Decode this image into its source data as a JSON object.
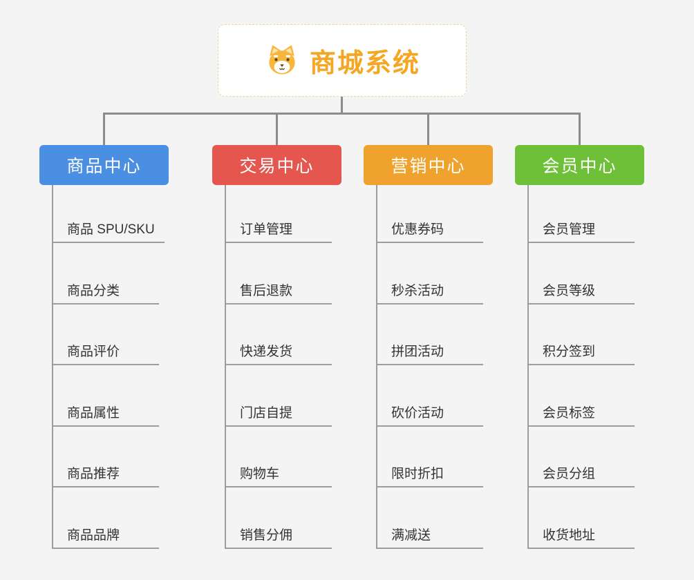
{
  "root": {
    "label": "商城系统",
    "color": "#f5a623",
    "icon": "shiba-dog-icon"
  },
  "connector_color": "#8c8c8c",
  "branches": [
    {
      "label": "商品中心",
      "color": "#4a8fe2",
      "children": [
        "商品 SPU/SKU",
        "商品分类",
        "商品评价",
        "商品属性",
        "商品推荐",
        "商品品牌"
      ]
    },
    {
      "label": "交易中心",
      "color": "#e5564e",
      "children": [
        "订单管理",
        "售后退款",
        "快递发货",
        "门店自提",
        "购物车",
        "销售分佣"
      ]
    },
    {
      "label": "营销中心",
      "color": "#efa32e",
      "children": [
        "优惠券码",
        "秒杀活动",
        "拼团活动",
        "砍价活动",
        "限时折扣",
        "满减送"
      ]
    },
    {
      "label": "会员中心",
      "color": "#6ec038",
      "children": [
        "会员管理",
        "会员等级",
        "积分签到",
        "会员标签",
        "会员分组",
        "收货地址"
      ]
    }
  ]
}
